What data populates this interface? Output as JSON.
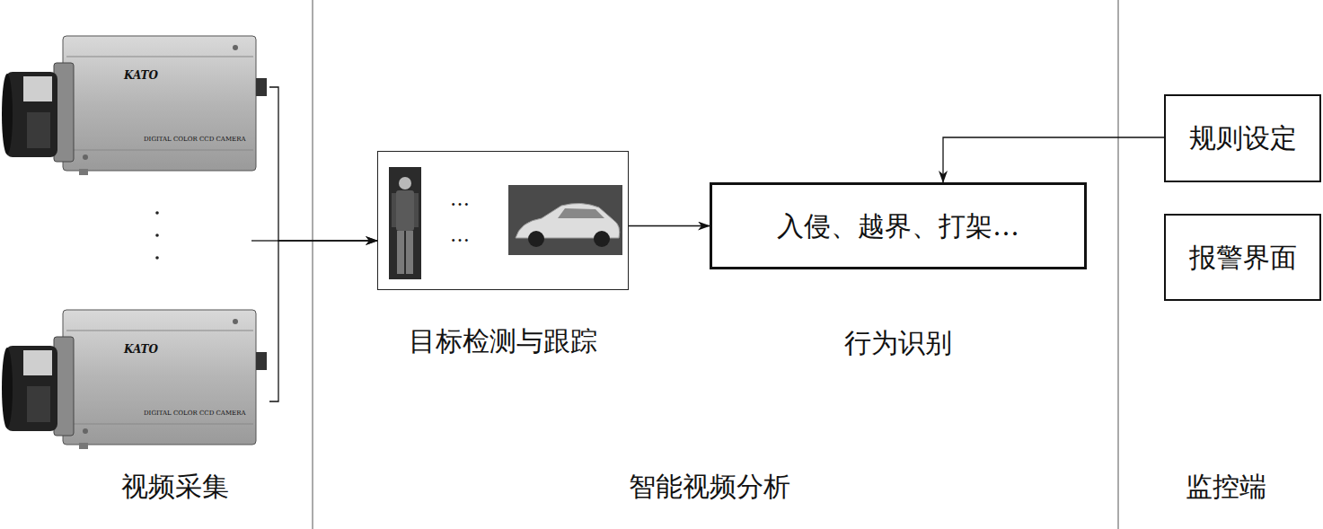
{
  "diagram": {
    "nodes": [
      {
        "text": [
          "KATO",
          "DIGITAL COLOR CCD CAMERA"
        ]
      },
      {
        "text": [
          "KATO",
          "DIGITAL COLOR CCD CAMERA"
        ]
      },
      {
        "text": [
          "…",
          "…",
          "目标检测与跟踪"
        ]
      },
      {
        "text": [
          "入侵、越界、打架…",
          "行为识别"
        ]
      },
      {
        "text": [
          "规则设定"
        ]
      },
      {
        "text": [
          "报警界面"
        ]
      }
    ],
    "edges": [
      {
        "from": 0,
        "to": 2,
        "arrow": "to"
      },
      {
        "from": 1,
        "to": 2,
        "arrow": "to"
      },
      {
        "from": 2,
        "to": 3,
        "arrow": "to"
      },
      {
        "from": 4,
        "to": 3,
        "arrow": "to"
      }
    ],
    "labels": [
      "视频采集",
      "智能视频分析",
      "监控端"
    ]
  }
}
